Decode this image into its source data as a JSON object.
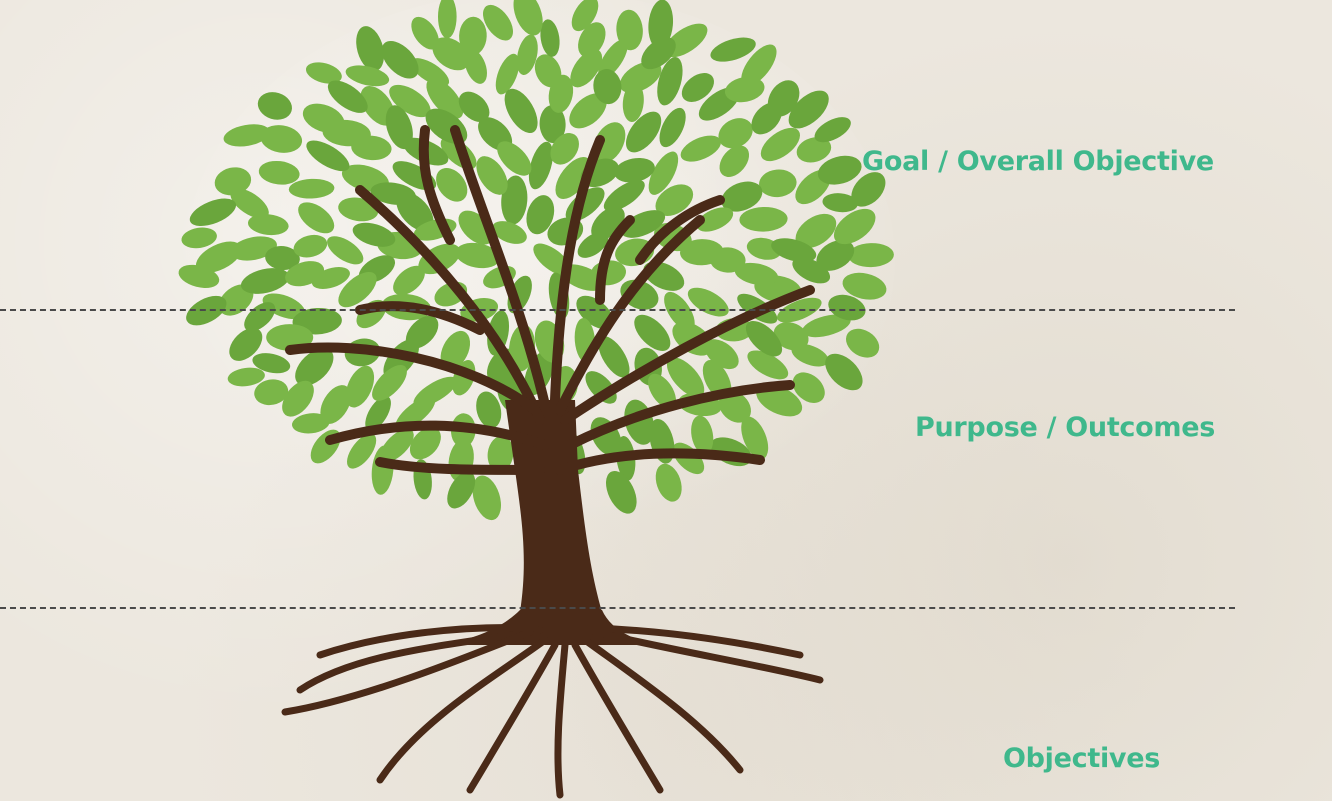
{
  "labels": {
    "goal": "Goal / Overall Objective",
    "purpose": "Purpose / Outcomes",
    "objectives": "Objectives"
  },
  "colors": {
    "label": "#3fb88c",
    "leaf": "#7ab648",
    "leaf_dark": "#6aa63c",
    "trunk": "#4a2a18",
    "divider": "#4a4a4a",
    "background": "#ece7de"
  },
  "illustration": {
    "subject": "tree-with-roots",
    "icon": "tree-icon"
  }
}
